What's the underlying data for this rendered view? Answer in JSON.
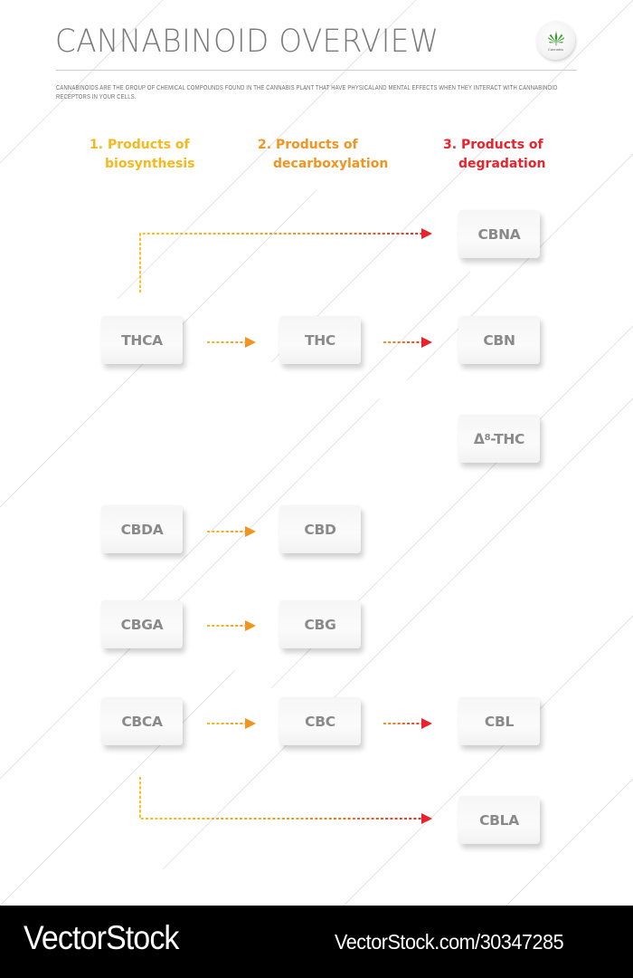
{
  "header": {
    "title": "CANNABINOID OVERVIEW",
    "logo_label": "Cannabis",
    "logo_icon": "cannabis-leaf-icon",
    "description": "Cannabinoids are the group of chemical compounds found in the cannabis plant that have physicaland mental effects when they interact with cannabinoid receptors in your cells."
  },
  "columns": [
    {
      "number": "1.",
      "line1": "Products of",
      "line2": "biosynthesis",
      "color": "#f7b81c"
    },
    {
      "number": "2.",
      "line1": "Products of",
      "line2": "decarboxylation",
      "color": "#f29420"
    },
    {
      "number": "3.",
      "line1": "Products of",
      "line2": "degradation",
      "color": "#e8232b"
    }
  ],
  "nodes": {
    "cbna": "CBNA",
    "thca": "THCA",
    "thc": "THC",
    "cbn": "CBN",
    "delta8_prefix": "Δ",
    "delta8_sup": "8",
    "delta8_suffix": "-THC",
    "cbda": "CBDA",
    "cbd": "CBD",
    "cbga": "CBGA",
    "cbg": "CBG",
    "cbca": "CBCA",
    "cbc": "CBC",
    "cbl": "CBL",
    "cbla": "CBLA"
  },
  "edges": [
    {
      "from": "THCA",
      "to": "CBNA"
    },
    {
      "from": "THCA",
      "to": "THC"
    },
    {
      "from": "THC",
      "to": "CBN"
    },
    {
      "from": "CBDA",
      "to": "CBD"
    },
    {
      "from": "CBGA",
      "to": "CBG"
    },
    {
      "from": "CBCA",
      "to": "CBC"
    },
    {
      "from": "CBC",
      "to": "CBL"
    },
    {
      "from": "CBCA",
      "to": "CBLA"
    }
  ],
  "colors": {
    "yellow": "#f7b81c",
    "orange": "#f29420",
    "red": "#e8232b",
    "node_text": "#8a8a8a",
    "title_text": "#7a7a7a"
  },
  "footer": {
    "brand": "VectorStock",
    "id_text": "VectorStock.com/30347285"
  }
}
